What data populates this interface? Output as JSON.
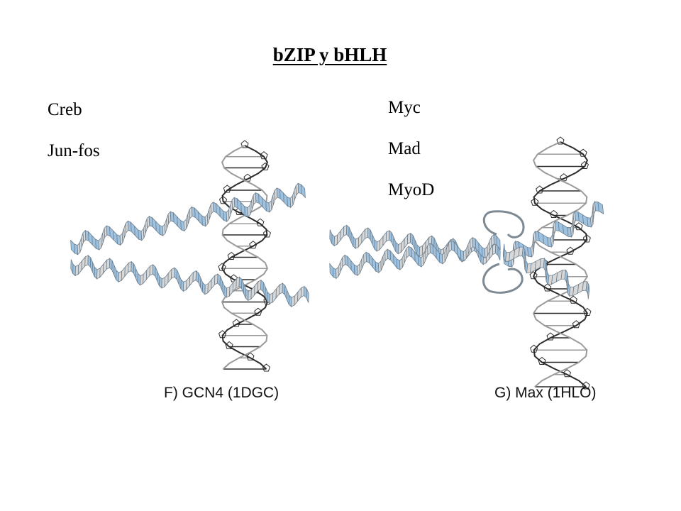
{
  "slide": {
    "title": "bZIP y bHLH",
    "left_proteins": [
      "Creb",
      "Jun-fos"
    ],
    "right_proteins": [
      "Myc",
      "Mad",
      "MyoD"
    ]
  },
  "figures": {
    "left": {
      "caption": "F)  GCN4 (1DGC)"
    },
    "right": {
      "caption": "G)  Max (1HLO)"
    }
  },
  "colors": {
    "helix_front": "#9ec3e2",
    "helix_back": "#d8d8d8",
    "helix_edge": "#6f7f8c",
    "dna_dark": "#2b2b2b",
    "dna_light": "#9a9a9a"
  }
}
